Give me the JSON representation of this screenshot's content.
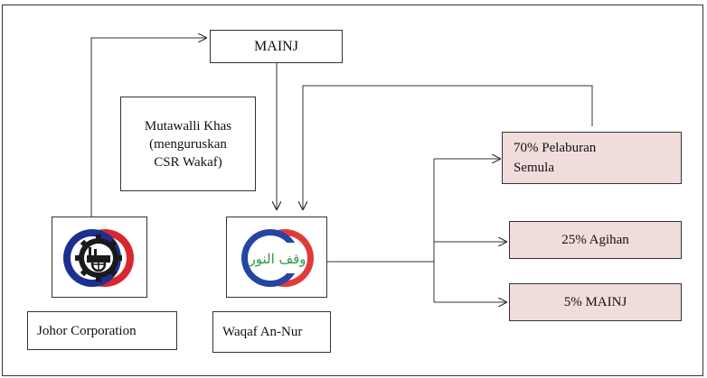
{
  "nodes": {
    "mainj_top": "MAINJ",
    "mutawalli": [
      "Mutawalli Khas",
      "(menguruskan",
      "CSR Wakaf)"
    ],
    "johor_label": "Johor Corporation",
    "waqaf_label": "Waqaf An-Nur",
    "pelaburan": [
      "70% Pelaburan",
      "Semula"
    ],
    "agihan": "25% Agihan",
    "mainj_bottom": "5% MAINJ"
  },
  "logos": {
    "johor": {
      "icon": "johor-corporation-logo",
      "colors": {
        "red": "#d8262f",
        "blue": "#1d2f8f",
        "black": "#1a1a1a"
      }
    },
    "waqaf": {
      "icon": "waqaf-an-nur-logo",
      "script_text": "وقف النور",
      "colors": {
        "red": "#e23a3a",
        "blue": "#2445a3",
        "green": "#2e9a49"
      }
    }
  },
  "colors": {
    "pink_box": "#f1dcdc",
    "line": "#333333"
  }
}
